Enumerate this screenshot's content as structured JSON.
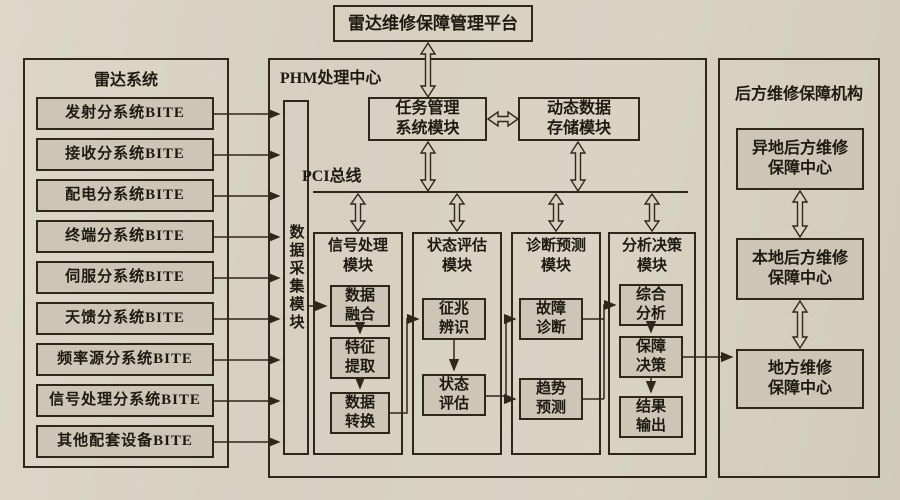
{
  "figure": {
    "type": "block-diagram",
    "subject": "雷达PHM维修保障系统结构图"
  },
  "colors": {
    "paper": "#d8d1c2",
    "shaded_box_fill": "#cdc6b7",
    "line": "#30271b",
    "text": "#201910"
  },
  "platform": {
    "title": "雷达维修保障管理平台"
  },
  "radar_system": {
    "title": "雷达系统",
    "items": [
      "发射分系统BITE",
      "接收分系统BITE",
      "配电分系统BITE",
      "终端分系统BITE",
      "伺服分系统BITE",
      "天馈分系统BITE",
      "频率源分系统BITE",
      "信号处理分系统BITE",
      "其他配套设备BITE"
    ]
  },
  "phm": {
    "title": "PHM处理中心",
    "daq_module": "数据采集模块",
    "task_module": "任务管理\n系统模块",
    "storage_module": "动态数据\n存储模块",
    "bus_label": "PCI总线",
    "columns": [
      {
        "title": "信号处理\n模块",
        "boxes": [
          "数据\n融合",
          "特征\n提取",
          "数据\n转换"
        ]
      },
      {
        "title": "状态评估\n模块",
        "boxes": [
          "征兆\n辨识",
          "状态\n评估"
        ]
      },
      {
        "title": "诊断预测\n模块",
        "boxes": [
          "故障\n诊断",
          "趋势\n预测"
        ]
      },
      {
        "title": "分析决策\n模块",
        "boxes": [
          "综合\n分析",
          "保障\n决策",
          "结果\n输出"
        ]
      }
    ]
  },
  "rear_org": {
    "title": "后方维修保障机构",
    "centers": [
      "异地后方维修\n保障中心",
      "本地后方维修\n保障中心",
      "地方维修\n保障中心"
    ]
  }
}
